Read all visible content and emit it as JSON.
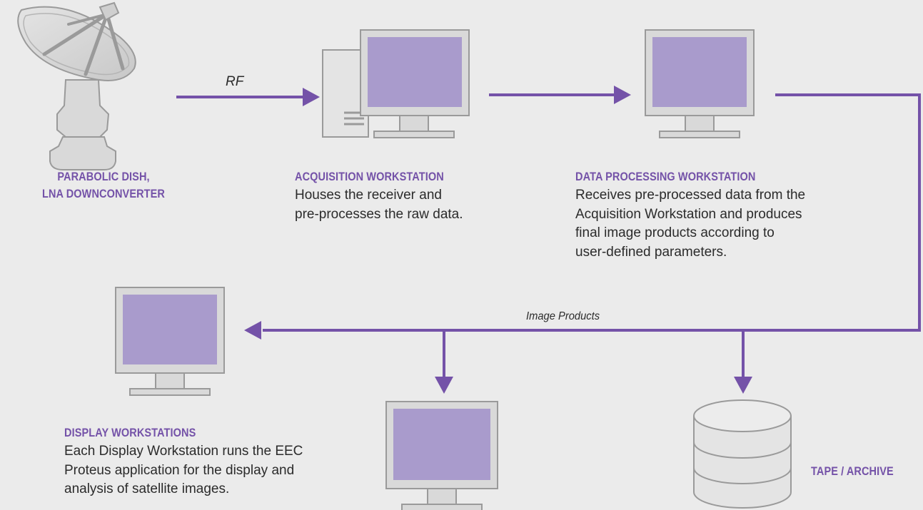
{
  "colors": {
    "background": "#ebebeb",
    "accent": "#7452a8",
    "screen": "#a99bcc",
    "device": "#d9d9d9",
    "outline": "#9a9a9a",
    "text": "#2b2b2b"
  },
  "flow_labels": {
    "rf": "RF",
    "image_products": "Image Products"
  },
  "nodes": {
    "dish": {
      "title_line1": "PARABOLIC DISH,",
      "title_line2": "LNA DOWNCONVERTER",
      "icon": "satellite-dish-icon"
    },
    "acquisition": {
      "title": "ACQUISITION WORKSTATION",
      "description": "Houses the receiver and\npre-processes the raw data.",
      "icon": "workstation-tower-icon"
    },
    "processing": {
      "title": "DATA PROCESSING WORKSTATION",
      "description": "Receives pre-processed data from the\nAcquisition Workstation and produces\nfinal image products according to\nuser-defined parameters.",
      "icon": "monitor-icon"
    },
    "display": {
      "title": "DISPLAY WORKSTATIONS",
      "description": "Each Display Workstation runs the EEC\nProteus application for the display and\nanalysis of satellite images.",
      "icon": "monitor-icon"
    },
    "archive": {
      "title": "TAPE / ARCHIVE",
      "icon": "database-icon"
    }
  }
}
